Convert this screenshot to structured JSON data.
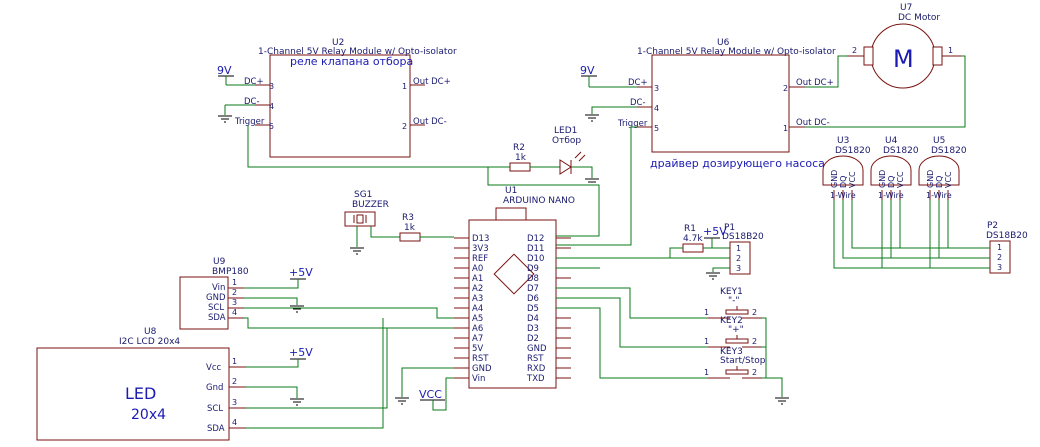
{
  "u2": {
    "ref": "U2",
    "title": "1-Channel 5V Relay Module w/ Opto-isolator",
    "ru": "реле клапана отбора",
    "p3": "DC+",
    "p4": "DC-",
    "p5": "Trigger",
    "p1": "Out DC+",
    "p2": "Out DC-",
    "n3": "3",
    "n4": "4",
    "n5": "5",
    "n1": "1",
    "n2": "2"
  },
  "u6": {
    "ref": "U6",
    "title": "1-Channel 5V Relay Module w/ Opto-isolator",
    "ru": "драйвер дозирующего насоса",
    "p3": "DC+",
    "p4": "DC-",
    "p5": "Trigger",
    "p2": "Out DC+",
    "p1": "Out DC-",
    "n3": "3",
    "n4": "4",
    "n5": "5",
    "n2": "2",
    "n1": "1"
  },
  "u7": {
    "ref": "U7",
    "title": "DC Motor",
    "m": "M",
    "n2": "2",
    "n1": "1"
  },
  "nets": {
    "v9a": "9V",
    "v9b": "9V",
    "v5a": "+5V",
    "v5b": "+5V",
    "v5c": "+5V",
    "vcc": "VCC"
  },
  "r2": {
    "ref": "R2",
    "val": "1k"
  },
  "led1": {
    "ref": "LED1",
    "val": "Отбор"
  },
  "r1": {
    "ref": "R1",
    "val": "4.7k"
  },
  "r3": {
    "ref": "R3",
    "val": "1k"
  },
  "sg1": {
    "ref": "SG1",
    "val": "BUZZER"
  },
  "u1": {
    "ref": "U1",
    "title": "ARDUINO NANO",
    "left": [
      "D13",
      "3V3",
      "REF",
      "A0",
      "A1",
      "A2",
      "A3",
      "A4",
      "A5",
      "A6",
      "A7",
      "5V",
      "RST",
      "GND",
      "Vin"
    ],
    "right": [
      "D12",
      "D11",
      "D10",
      "D9",
      "D8",
      "D7",
      "D6",
      "D5",
      "D4",
      "D3",
      "D2",
      "GND",
      "RST",
      "RXD",
      "TXD"
    ]
  },
  "p1": {
    "ref": "P1",
    "val": "DS18B20",
    "pins": [
      "1",
      "2",
      "3"
    ]
  },
  "p2": {
    "ref": "P2",
    "val": "DS18B20",
    "pins": [
      "1",
      "2",
      "3"
    ]
  },
  "sensors": [
    {
      "ref": "U3",
      "val": "DS1820",
      "pins": [
        "GND",
        "DQ",
        "VCC"
      ],
      "s": "1-Wire"
    },
    {
      "ref": "U4",
      "val": "DS1820",
      "pins": [
        "GND",
        "DQ",
        "VCC"
      ],
      "s": "1-Wire"
    },
    {
      "ref": "U5",
      "val": "DS1820",
      "pins": [
        "GND",
        "DQ",
        "VCC"
      ],
      "s": "1-Wire"
    }
  ],
  "u9": {
    "ref": "U9",
    "val": "BMP180",
    "pins": [
      "Vin",
      "GND",
      "SCL",
      "SDA"
    ],
    "nums": [
      "1",
      "2",
      "3",
      "4"
    ]
  },
  "u8": {
    "ref": "U8",
    "val": "I2C LCD 20x4",
    "big1": "LED",
    "big2": "20x4",
    "pins": [
      "Vcc",
      "Gnd",
      "SCL",
      "SDA"
    ],
    "nums": [
      "1",
      "2",
      "3",
      "4"
    ]
  },
  "keys": [
    {
      "ref": "KEY1",
      "val": "\"-\"",
      "n1": "1",
      "n2": "2"
    },
    {
      "ref": "KEY2",
      "val": "\"+\"",
      "n1": "1",
      "n2": "2"
    },
    {
      "ref": "KEY3",
      "val": "Start/Stop",
      "n1": "1",
      "n2": "2"
    }
  ]
}
